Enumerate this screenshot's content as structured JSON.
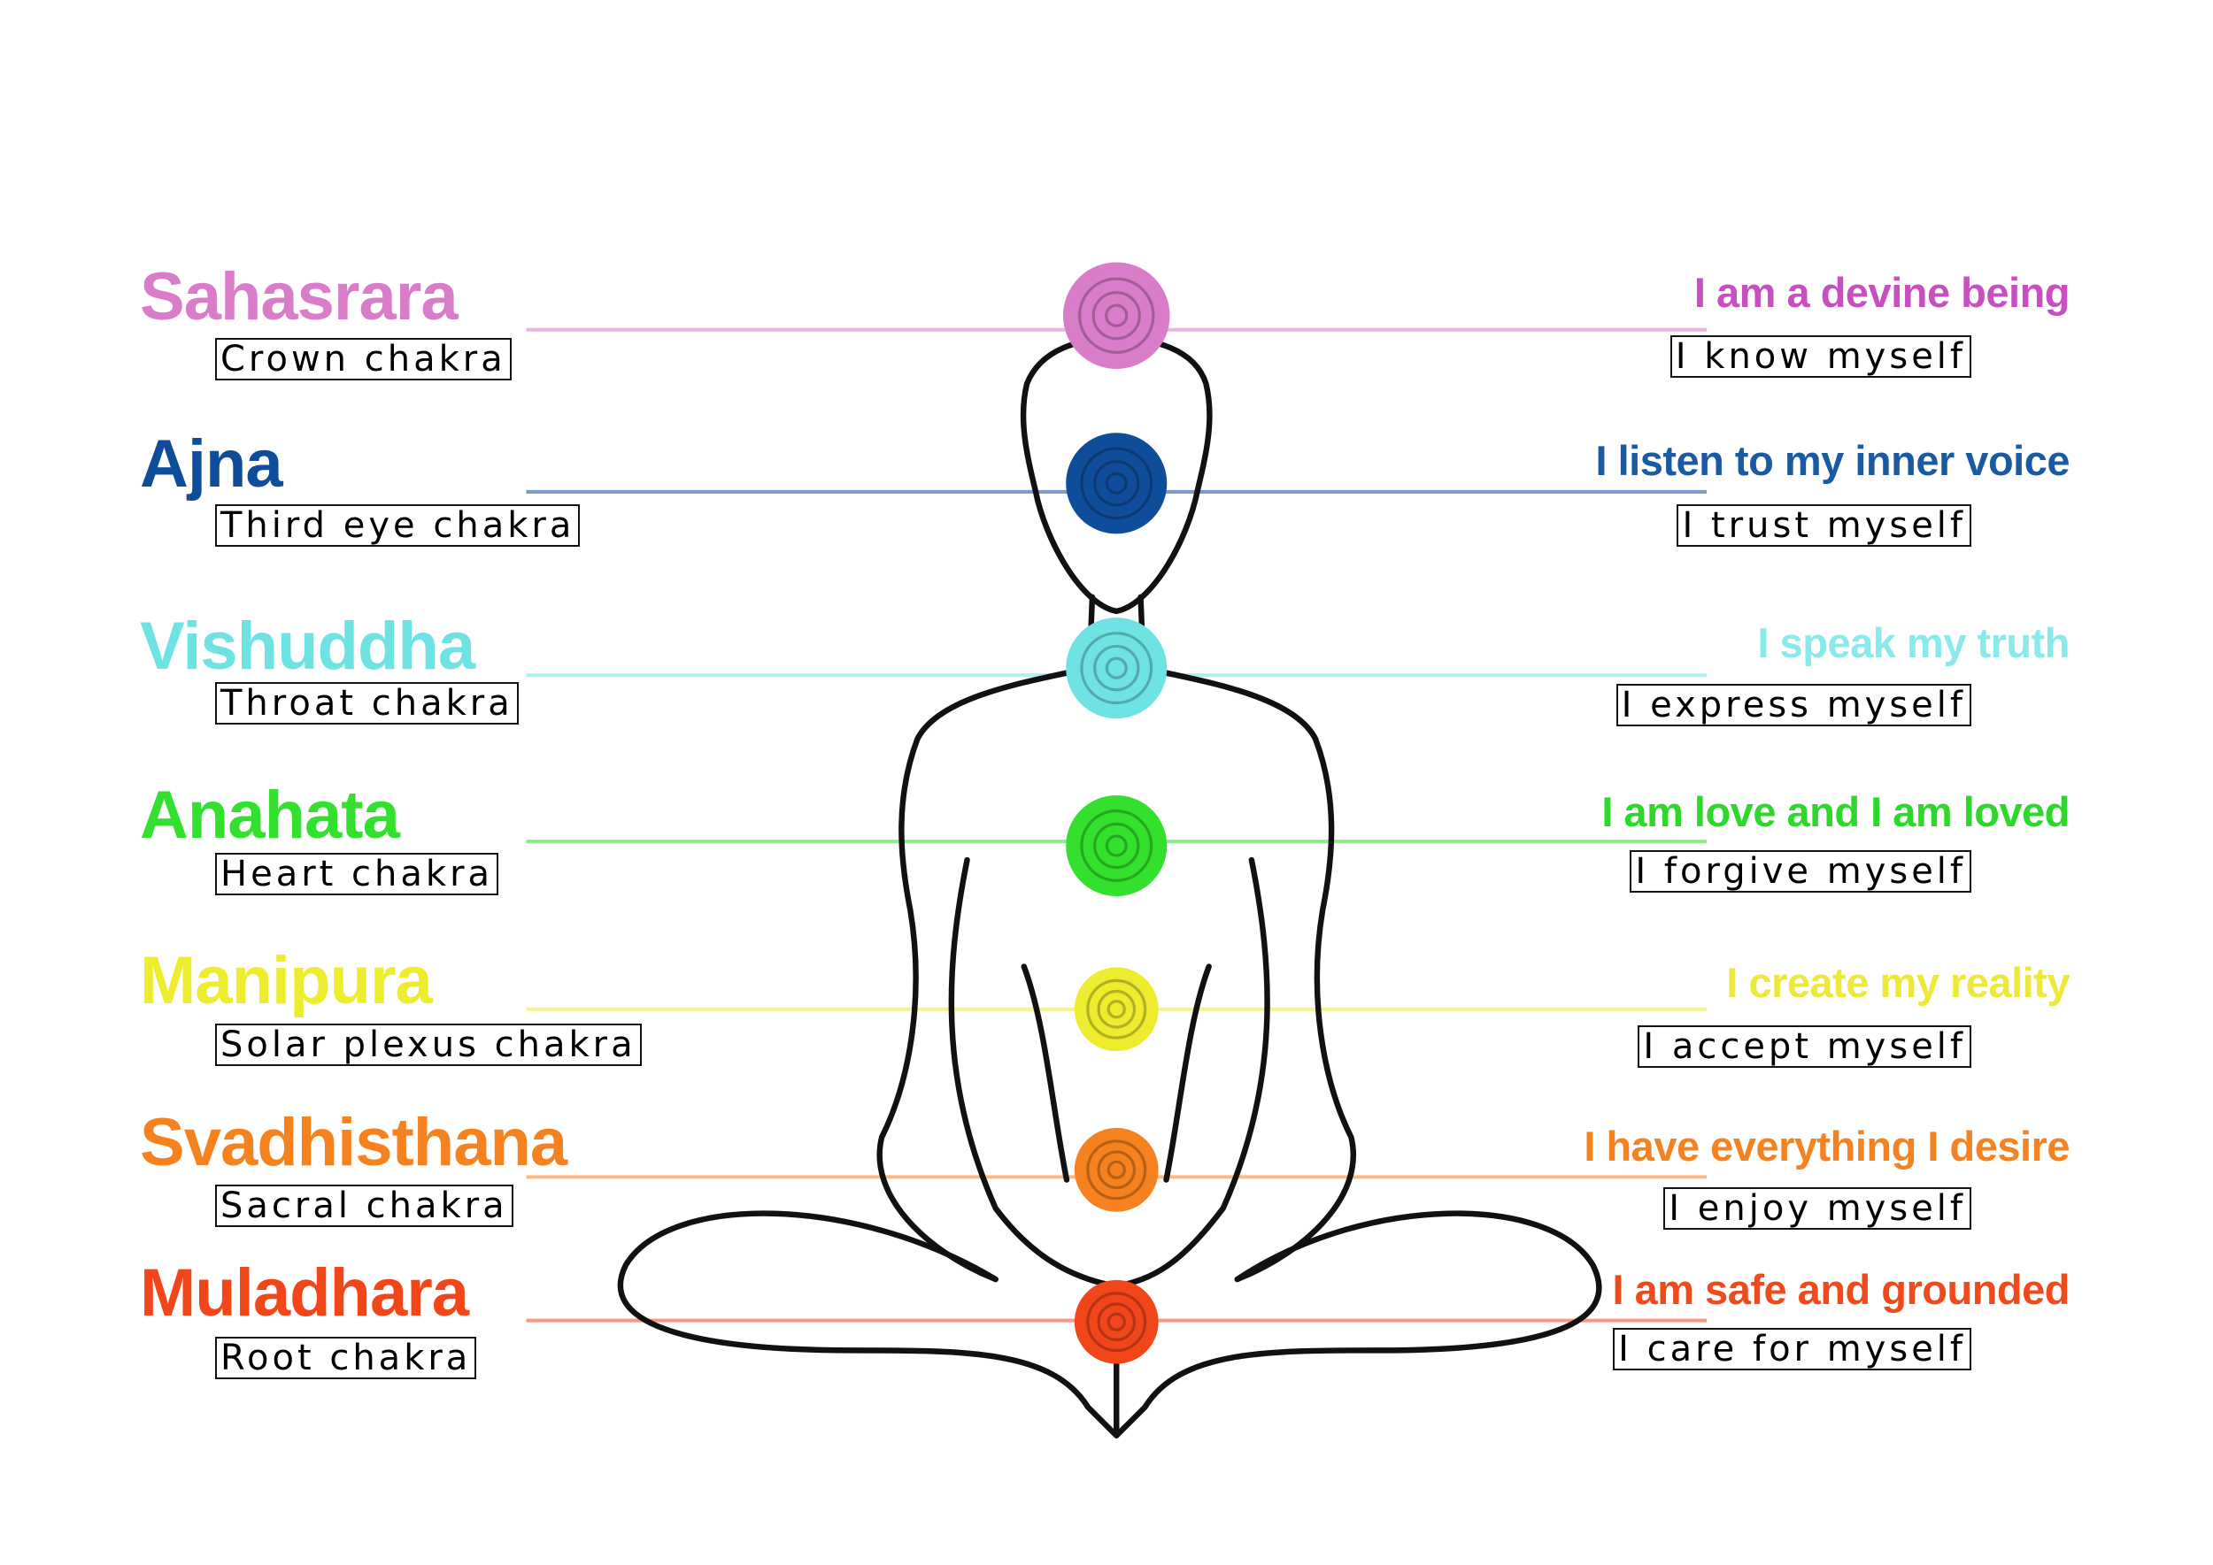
{
  "chakras": [
    {
      "name": "Sahasrara",
      "subtitle": "Crown chakra",
      "affirmation": "I am a devine being",
      "statement": "I know myself",
      "color": "#d97cc9",
      "affirm_color": "#c94fc0"
    },
    {
      "name": "Ajna",
      "subtitle": "Third eye chakra",
      "affirmation": "I listen to my inner voice",
      "statement": "I trust myself",
      "color": "#0f4c9a",
      "affirm_color": "#1a5aa3"
    },
    {
      "name": "Vishuddha",
      "subtitle": "Throat chakra",
      "affirmation": "I speak my truth",
      "statement": "I express myself",
      "color": "#6fe3e3",
      "affirm_color": "#8ae9ea"
    },
    {
      "name": "Anahata",
      "subtitle": "Heart chakra",
      "affirmation": "I am love and I am loved",
      "statement": "I forgive myself",
      "color": "#33e02e",
      "affirm_color": "#2ed82a"
    },
    {
      "name": "Manipura",
      "subtitle": "Solar plexus chakra",
      "affirmation": "I create my reality",
      "statement": "I accept myself",
      "color": "#eeec2e",
      "affirm_color": "#ece93a"
    },
    {
      "name": "Svadhisthana",
      "subtitle": "Sacral chakra",
      "affirmation": "I have everything I desire",
      "statement": "I enjoy myself",
      "color": "#f5821f",
      "affirm_color": "#f58220"
    },
    {
      "name": "Muladhara",
      "subtitle": "Root chakra",
      "affirmation": "I am safe and grounded",
      "statement": "I care for myself",
      "color": "#f0461a",
      "affirm_color": "#ee4a1c"
    }
  ]
}
